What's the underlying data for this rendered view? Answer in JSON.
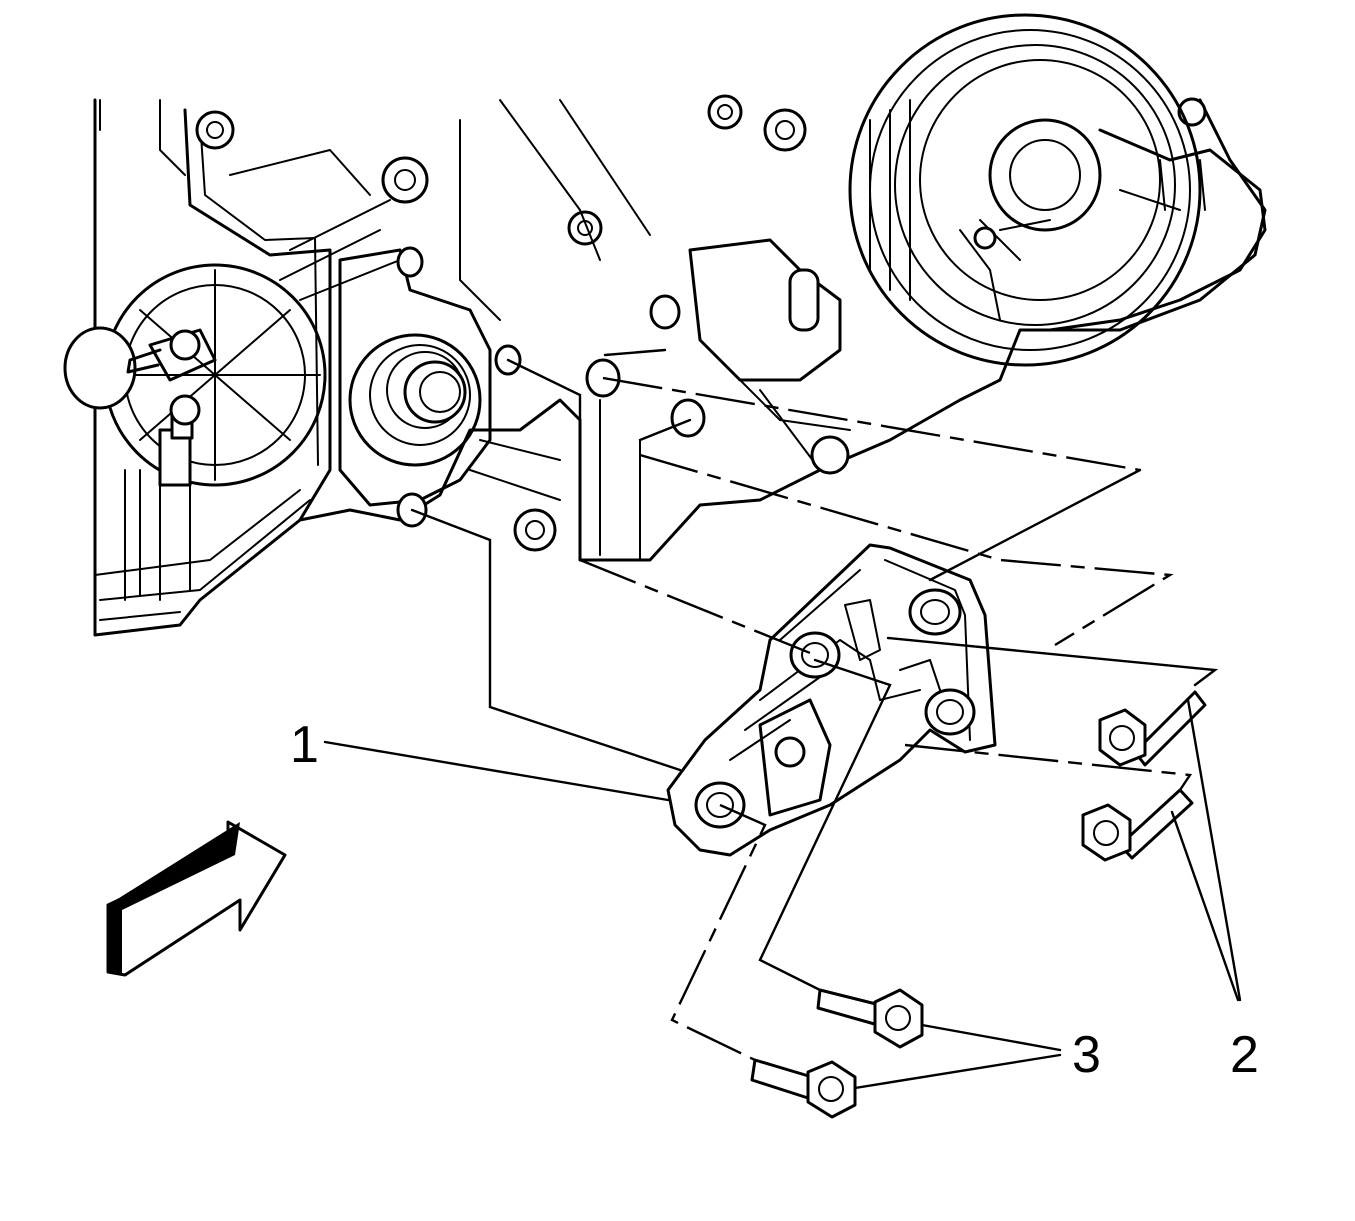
{
  "figure": {
    "callouts": [
      {
        "id": "1",
        "text": "1"
      },
      {
        "id": "2",
        "text": "2"
      },
      {
        "id": "3",
        "text": "3"
      }
    ],
    "colors": {
      "line": "#000000",
      "background": "#ffffff"
    },
    "view_arrow_icon": "view-direction-arrow-icon"
  }
}
